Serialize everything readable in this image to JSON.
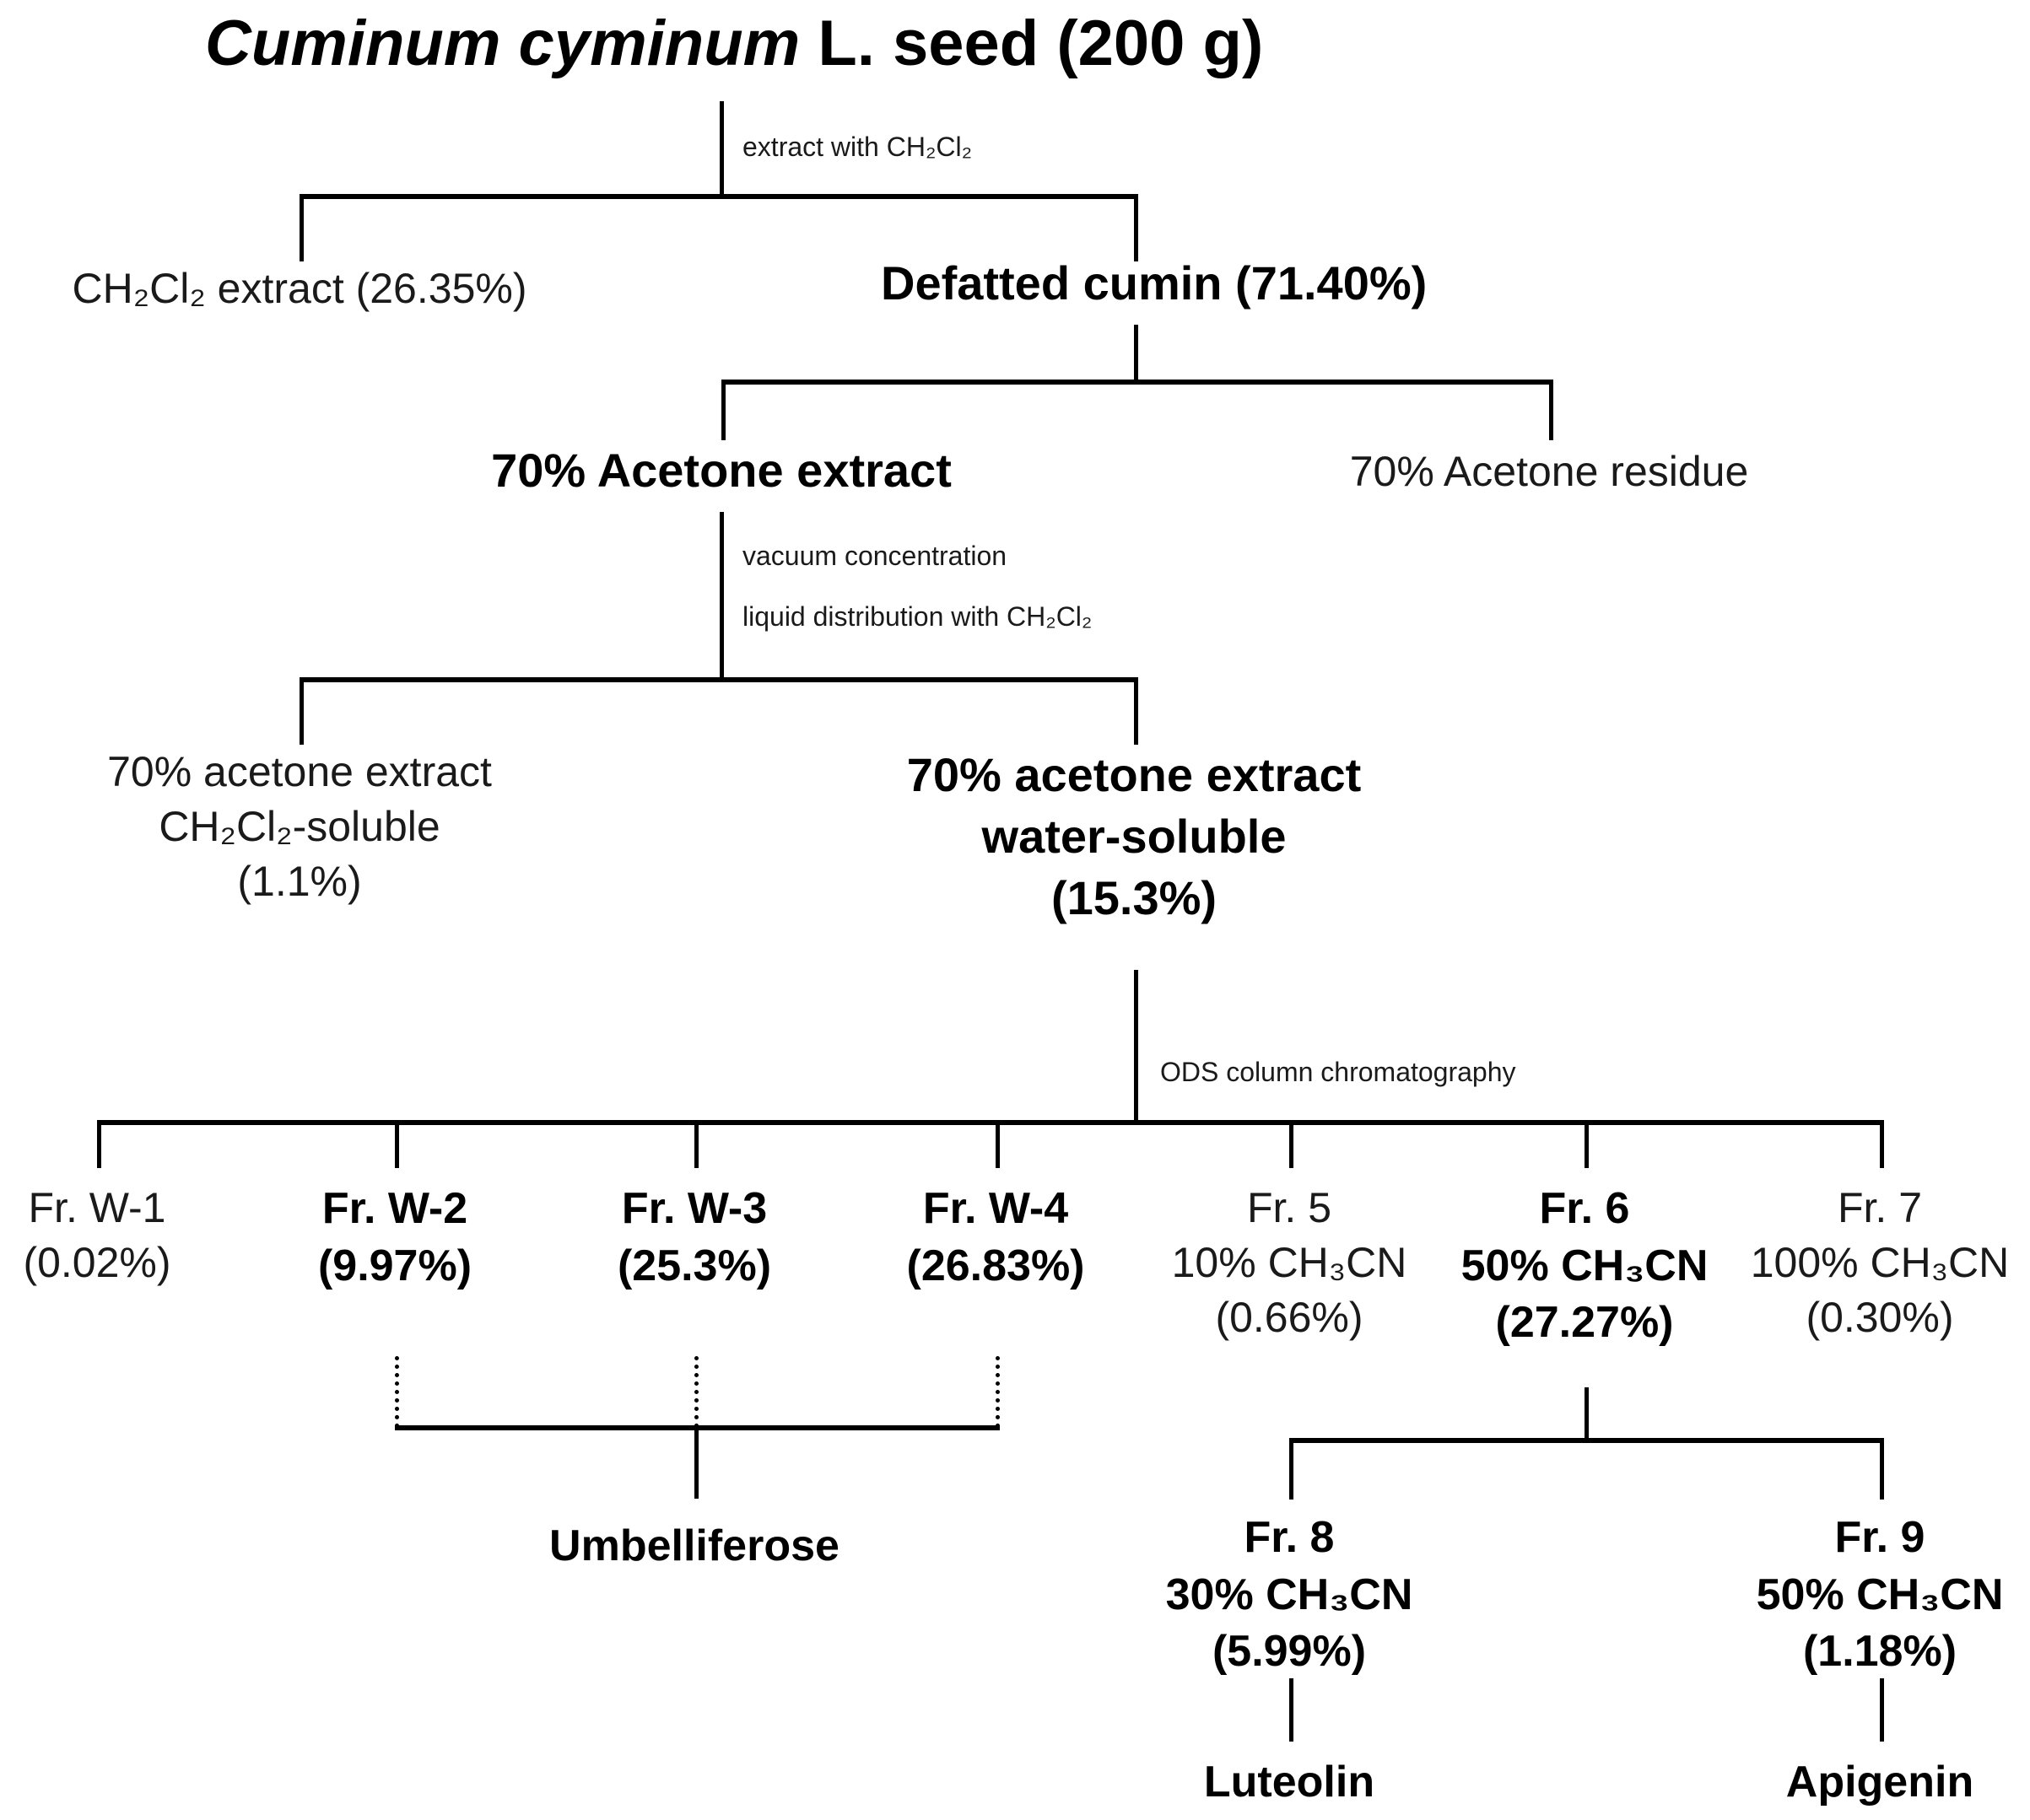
{
  "diagram": {
    "title_genus": "Cuminum cyminum",
    "title_rest": " L. seed (200 g)",
    "annotations": {
      "extract_ch2cl2": "extract with CH₂Cl₂",
      "vacuum_concentration": "vacuum concentration",
      "liquid_distribution": "liquid distribution with CH₂Cl₂",
      "ods_column": "ODS column chromatography"
    },
    "nodes": {
      "ch2cl2_extract": {
        "line1": "CH₂Cl₂ extract (26.35%)",
        "bold": false
      },
      "defatted_cumin": {
        "line1": "Defatted cumin (71.40%)",
        "bold": true
      },
      "acetone_extract": {
        "line1": "70% Acetone extract",
        "bold": true
      },
      "acetone_residue": {
        "line1": "70% Acetone residue",
        "bold": false
      },
      "acetone_ch2cl2_soluble": {
        "line1": "70% acetone extract",
        "line2": "CH₂Cl₂-soluble",
        "line3": "(1.1%)",
        "bold": false
      },
      "acetone_water_soluble": {
        "line1": "70% acetone extract",
        "line2": "water-soluble",
        "line3": "(15.3%)",
        "bold": true
      },
      "umbelliferose": {
        "line1": "Umbelliferose",
        "bold": true
      },
      "luteolin": {
        "line1": "Luteolin",
        "bold": true
      },
      "apigenin": {
        "line1": "Apigenin",
        "bold": true
      }
    },
    "fractions_row": [
      {
        "id": "fr-w-1",
        "name": "Fr. W-1",
        "eluent": "",
        "yield": "(0.02%)",
        "bold": false
      },
      {
        "id": "fr-w-2",
        "name": "Fr. W-2",
        "eluent": "",
        "yield": "(9.97%)",
        "bold": true
      },
      {
        "id": "fr-w-3",
        "name": "Fr. W-3",
        "eluent": "",
        "yield": "(25.3%)",
        "bold": true
      },
      {
        "id": "fr-w-4",
        "name": "Fr. W-4",
        "eluent": "",
        "yield": "(26.83%)",
        "bold": true
      },
      {
        "id": "fr-5",
        "name": "Fr. 5",
        "eluent": "10% CH₃CN",
        "yield": "(0.66%)",
        "bold": false
      },
      {
        "id": "fr-6",
        "name": "Fr. 6",
        "eluent": "50% CH₃CN",
        "yield": "(27.27%)",
        "bold": true
      },
      {
        "id": "fr-7",
        "name": "Fr. 7",
        "eluent": "100% CH₃CN",
        "yield": "(0.30%)",
        "bold": false
      }
    ],
    "subfractions_row": [
      {
        "id": "fr-8",
        "name": "Fr. 8",
        "eluent": "30% CH₃CN",
        "yield": "(5.99%)",
        "bold": true
      },
      {
        "id": "fr-9",
        "name": "Fr. 9",
        "eluent": "50% CH₃CN",
        "yield": "(1.18%)",
        "bold": true
      }
    ],
    "colors": {
      "line": "#000000",
      "text": "#1a1a1a",
      "background": "#ffffff"
    }
  }
}
